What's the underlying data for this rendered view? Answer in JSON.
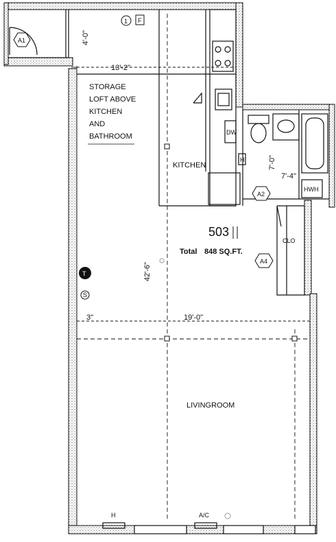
{
  "unit": {
    "number": "503",
    "total_label": "Total",
    "area": "848 SQ.FT."
  },
  "rooms": {
    "kitchen": "KITCHEN",
    "living": "LIVINGROOM",
    "storage": [
      "STORAGE",
      "LOFT ABOVE",
      "KITCHEN",
      "AND",
      "BATHROOM"
    ]
  },
  "dimensions": {
    "entry_depth": "4'-0\"",
    "kitchen_width": "13'-2\"",
    "unit_length": "42'-6\"",
    "left_offset": "3\"",
    "living_width": "19'-0\"",
    "bath_depth": "7'-0\"",
    "bath_width": "7'-4\""
  },
  "tags": {
    "a1": "A1",
    "a2": "A2",
    "a4": "A4",
    "f": "F",
    "one": "1",
    "t": "T",
    "s": "S"
  },
  "appliances": {
    "dishwasher": "DW",
    "hot_water_heater": "HWH",
    "heater_h": "H",
    "closet": "CLO",
    "window_h": "H",
    "ac": "A/C"
  }
}
